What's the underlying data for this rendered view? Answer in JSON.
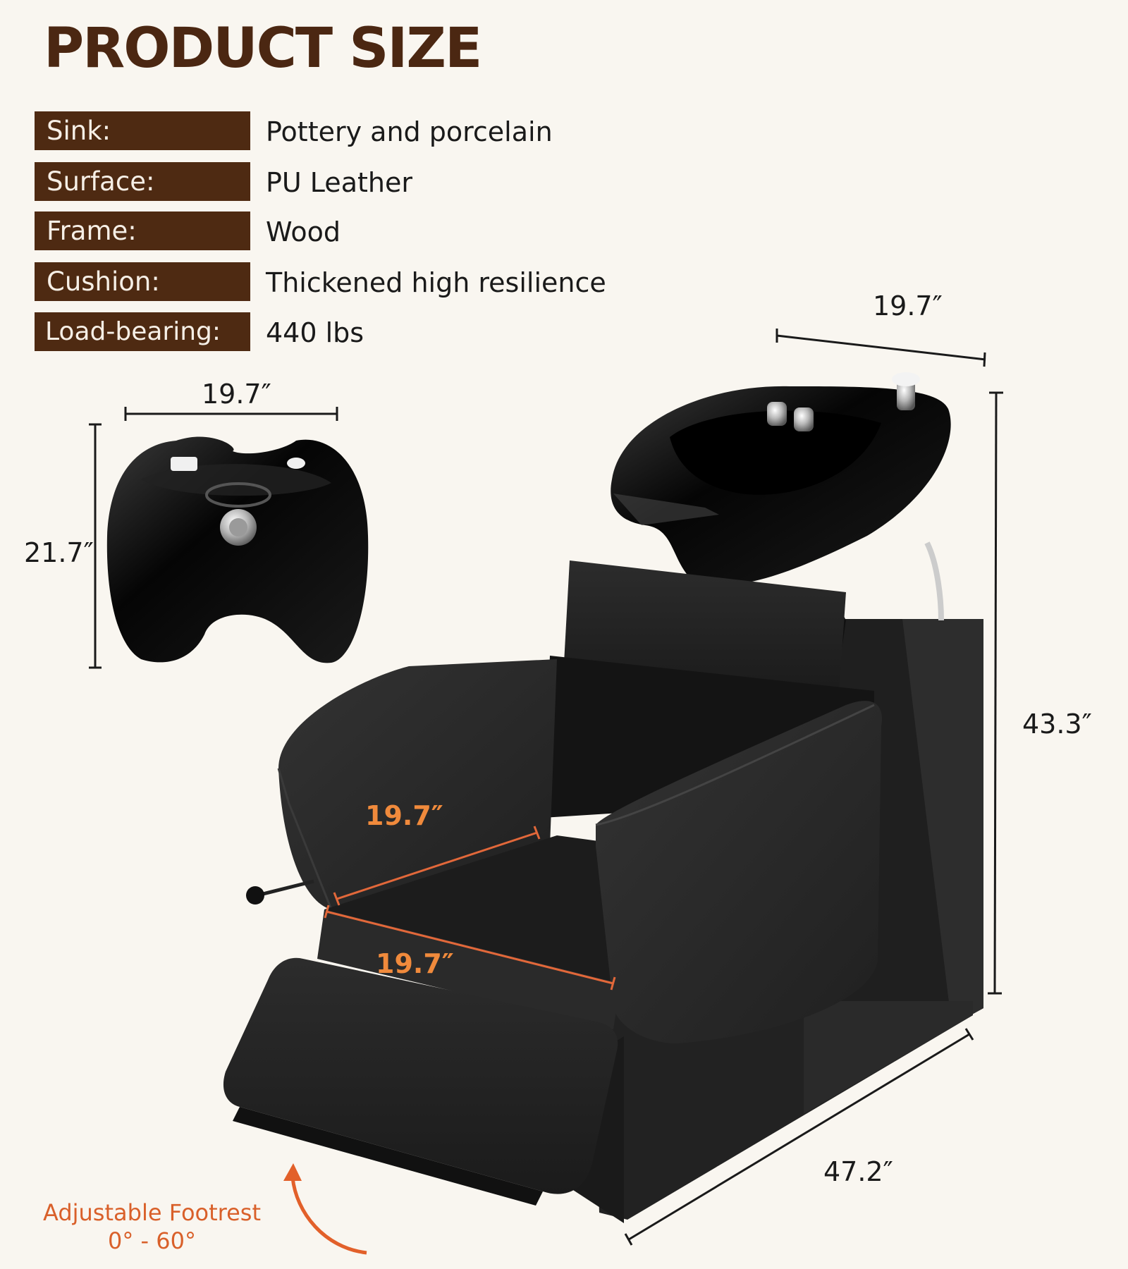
{
  "title": "PRODUCT SIZE",
  "specs": [
    {
      "label": "Sink:",
      "value": "Pottery and porcelain"
    },
    {
      "label": "Surface:",
      "value": "PU Leather"
    },
    {
      "label": "Frame:",
      "value": "Wood"
    },
    {
      "label": "Cushion:",
      "value": "Thickened high resilience"
    },
    {
      "label": "Load-bearing:",
      "value": "440 lbs"
    }
  ],
  "dimensions": {
    "sink_width": "19.7″",
    "sink_depth": "21.7″",
    "bowl_width": "19.7″",
    "overall_height": "43.3″",
    "overall_length": "47.2″",
    "seat_depth": "19.7″",
    "seat_width": "19.7″"
  },
  "footrest_note": {
    "line1": "Adjustable Footrest",
    "line2": "0° - 60°"
  },
  "colors": {
    "background": "#f9f6f0",
    "brand_brown": "#4e2a12",
    "accent_orange": "#f08a3c",
    "note_orange": "#d9602a"
  }
}
